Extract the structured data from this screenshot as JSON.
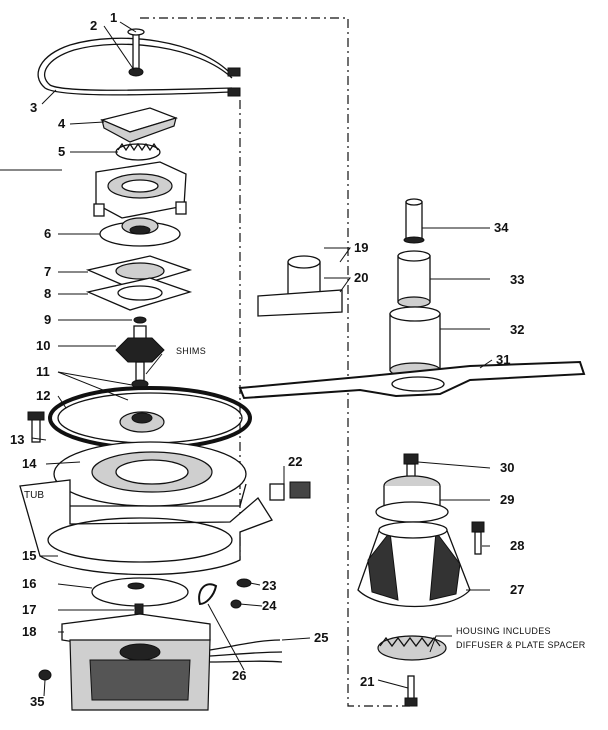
{
  "callouts": [
    "1",
    "2",
    "3",
    "4",
    "5",
    "6",
    "7",
    "8",
    "9",
    "10",
    "11",
    "12",
    "13",
    "14",
    "15",
    "16",
    "17",
    "18",
    "19",
    "20",
    "21",
    "22",
    "23",
    "24",
    "25",
    "26",
    "27",
    "28",
    "29",
    "30",
    "31",
    "32",
    "33",
    "34",
    "35"
  ],
  "annotations": {
    "shims": "SHIMS",
    "tub": "TUB",
    "housing_note_line1": "HOUSING INCLUDES",
    "housing_note_line2": "DIFFUSER & PLATE SPACER"
  },
  "icons": [
    "exploded-parts-diagram"
  ]
}
